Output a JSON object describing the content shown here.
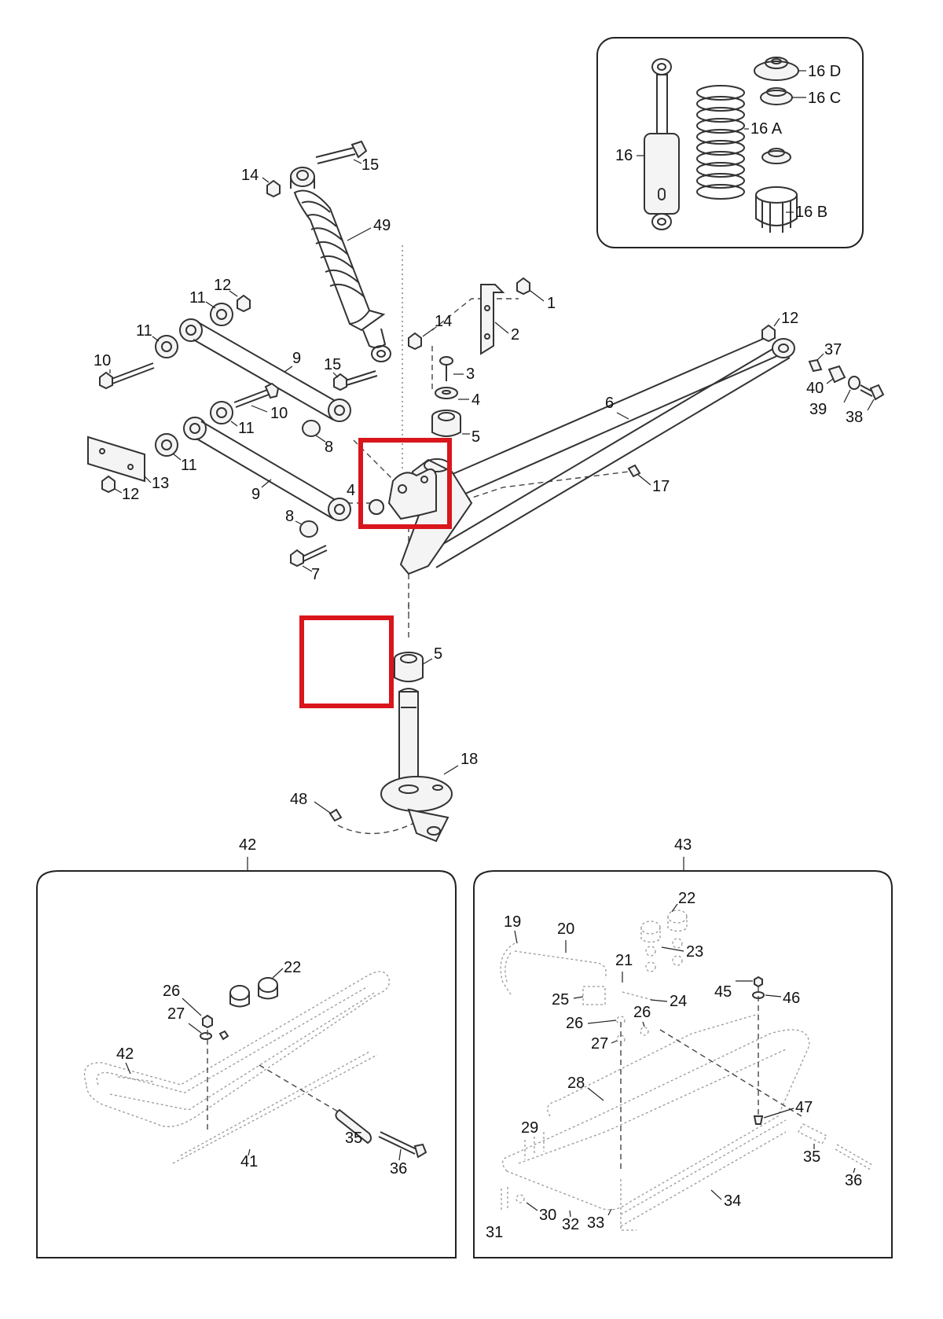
{
  "highlight_color": "#d9161c",
  "callouts": {
    "c1": "1",
    "c2": "2",
    "c3": "3",
    "c4": "4",
    "c4b": "4",
    "c5a": "5",
    "c5b": "5",
    "c6": "6",
    "c7": "7",
    "c8a": "8",
    "c8b": "8",
    "c9a": "9",
    "c9b": "9",
    "c10a": "10",
    "c10b": "10",
    "c11a": "11",
    "c11b": "11",
    "c11c": "11",
    "c11d": "11",
    "c12a": "12",
    "c12b": "12",
    "c12c": "12",
    "c13": "13",
    "c14a": "14",
    "c14b": "14",
    "c15a": "15",
    "c15b": "15",
    "c17": "17",
    "c18": "18",
    "c37": "37",
    "c38": "38",
    "c39": "39",
    "c40": "40",
    "c48": "48",
    "c49": "49"
  },
  "shock_inset": {
    "c16": "16",
    "c16a": "16 A",
    "c16b": "16 B",
    "c16c": "16 C",
    "c16d": "16 D"
  },
  "ski_left": {
    "group": "42",
    "c22": "22",
    "c26": "26",
    "c27": "27",
    "c42": "42",
    "c41": "41",
    "c35": "35",
    "c36": "36"
  },
  "ski_right": {
    "group": "43",
    "c22": "22",
    "c23": "23",
    "c19": "19",
    "c20": "20",
    "c21": "21",
    "c24": "24",
    "c25": "25",
    "c26a": "26",
    "c26b": "26",
    "c27": "27",
    "c28": "28",
    "c29": "29",
    "c30": "30",
    "c31": "31",
    "c32": "32",
    "c33": "33",
    "c34": "34",
    "c35": "35",
    "c36": "36",
    "c45": "45",
    "c46": "46",
    "c47": "47"
  }
}
